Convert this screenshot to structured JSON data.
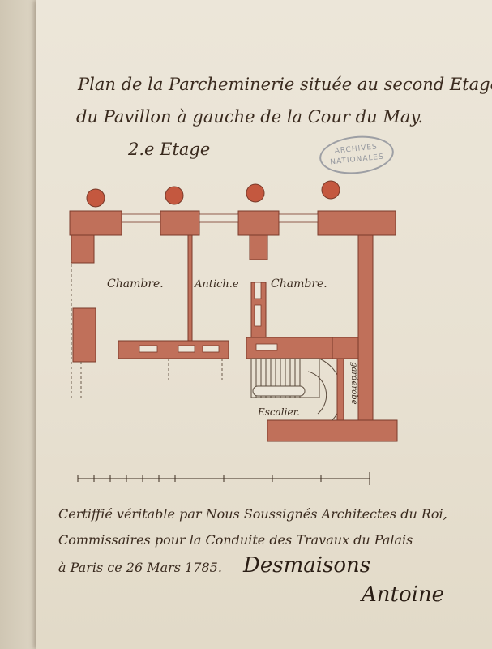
{
  "document": {
    "title_line1": "Plan de la Parcheminerie située au second Etage",
    "title_line2": "du Pavillon à gauche de la Cour du May.",
    "floor_label": "2.e Etage",
    "stamp_text_line1": "ARCHIVES",
    "stamp_text_line2": "NATIONALES"
  },
  "plan": {
    "rooms": [
      {
        "label": "Chambre."
      },
      {
        "label": "Antich.e"
      },
      {
        "label": "Chambre."
      }
    ],
    "stair_label": "Escalier.",
    "passage_label": "garderobe",
    "colors": {
      "wall": "#c0705a",
      "wall_stroke": "#7a3a2a",
      "column": "#c4583f",
      "ink": "#3a2a1e"
    }
  },
  "certification": {
    "line1": "Certiffié véritable par Nous Soussignés Architectes du Roi,",
    "line2": "Commissaires pour la Conduite des Travaux du Palais",
    "line3": "à Paris ce 26 Mars 1785.",
    "signature1": "Desmaisons",
    "signature2": "Antoine"
  }
}
